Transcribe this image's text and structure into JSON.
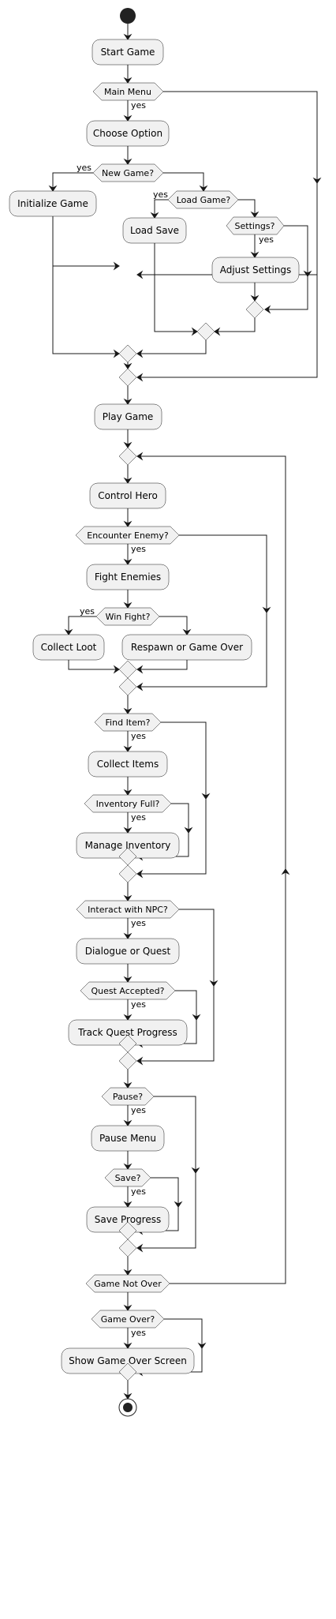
{
  "activities": {
    "start_game": "Start Game",
    "choose_option": "Choose Option",
    "initialize_game": "Initialize Game",
    "load_save": "Load Save",
    "adjust_settings": "Adjust Settings",
    "play_game": "Play Game",
    "control_hero": "Control Hero",
    "fight_enemies": "Fight Enemies",
    "collect_loot": "Collect Loot",
    "respawn_or_game_over": "Respawn or Game Over",
    "collect_items": "Collect Items",
    "manage_inventory": "Manage Inventory",
    "dialogue_or_quest": "Dialogue or Quest",
    "track_quest_progress": "Track Quest Progress",
    "pause_menu": "Pause Menu",
    "save_progress": "Save Progress",
    "show_game_over_screen": "Show Game Over Screen"
  },
  "decisions": {
    "main_menu": "Main Menu",
    "new_game": "New Game?",
    "load_game": "Load Game?",
    "settings": "Settings?",
    "encounter_enemy": "Encounter Enemy?",
    "win_fight": "Win Fight?",
    "find_item": "Find Item?",
    "inventory_full": "Inventory Full?",
    "interact_npc": "Interact with NPC?",
    "quest_accepted": "Quest Accepted?",
    "pause": "Pause?",
    "save": "Save?",
    "game_not_over": "Game Not Over",
    "game_over": "Game Over?"
  },
  "labels": {
    "yes": "yes"
  }
}
